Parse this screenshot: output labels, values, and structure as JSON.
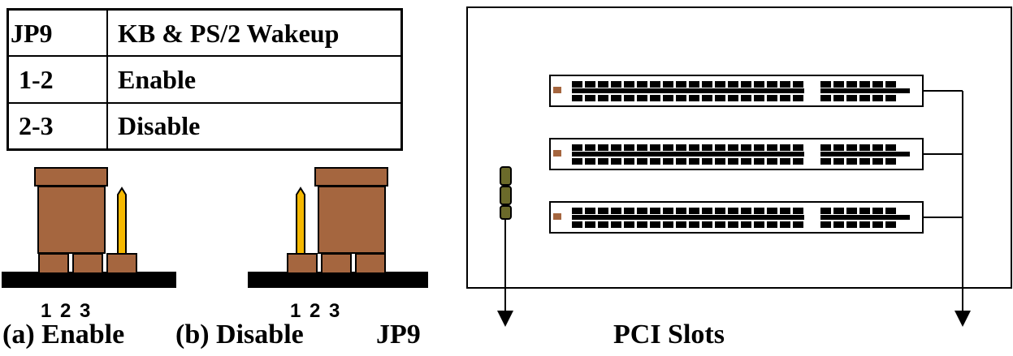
{
  "table": {
    "header": [
      "JP9",
      "KB & PS/2 Wakeup"
    ],
    "rows": [
      [
        "1-2",
        "Enable"
      ],
      [
        "2-3",
        "Disable"
      ]
    ]
  },
  "jumpers": [
    {
      "pins": "1 2 3",
      "caption": "(a) Enable",
      "capped_pins": "1-2"
    },
    {
      "pins": "1 2 3",
      "caption": "(b) Disable",
      "capped_pins": "2-3"
    }
  ],
  "labels": {
    "jumper_name": "JP9",
    "pci_caption": "PCI Slots"
  },
  "colors": {
    "cap": "#a5663f",
    "pin": "#f5b800",
    "board": "#000000",
    "jumper_small": "#6b6a2a"
  },
  "pci_slot_count": 3
}
